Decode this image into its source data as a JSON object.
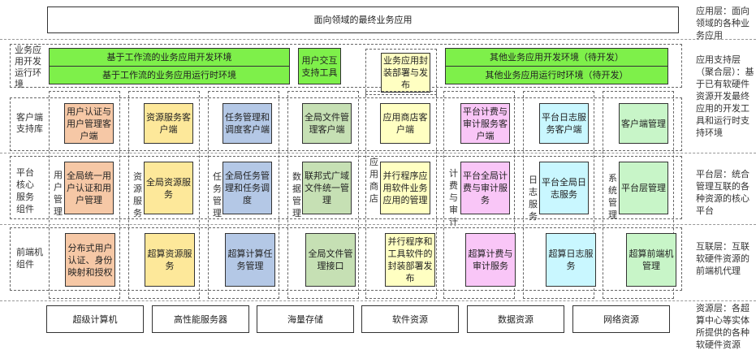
{
  "app_layer": {
    "box": "面向领域的最终业务应用",
    "desc": "应用层：面向领域的各种业务应用"
  },
  "support_layer": {
    "desc": "应用支持层（聚合层）：基于已有软硬件资源开发最终应用的开发工具和运行时支持环境",
    "row_label": "业务应用开发运行环境",
    "workflow_dev": "基于工作流的业务应用开发环境",
    "workflow_run": "基于工作流的业务应用运行时环境",
    "ui_tools": "用户交互支持工具",
    "package_deploy": "业务应用封装部署与发布",
    "other_dev": "其他业务应用开发环境（待开发）",
    "other_run": "其他业务应用运行时环境（待开发）",
    "client_row_label": "客户端支持库",
    "clients": [
      "用户认证与用户管理客户端",
      "资源服务客户端",
      "任务管理和调度客户端",
      "全局文件管理客户端",
      "应用商店客户端",
      "平台计费与审计服务客户端",
      "平台日志服务客户端",
      "客户端管理"
    ]
  },
  "platform_layer": {
    "desc": "平台层：统合管理互联的各种资源的核心平台",
    "row_label": "平台核心服务组件",
    "column_labels": [
      "用户管理",
      "资源服务",
      "任务管理",
      "数据管理",
      "应用商店",
      "计费与审计",
      "日志服务",
      "系统管理"
    ],
    "services": [
      "全局统一用户认证和用户管理",
      "全局资源服务",
      "全局任务管理和任务调度",
      "联邦式广域文件统一管理",
      "并行程序应用软件业务应用的管理",
      "平台全局计费与审计服务",
      "平台全局日志服务",
      "平台层管理"
    ]
  },
  "interconnect_layer": {
    "desc": "互联层：互联软硬件资源的前端机代理",
    "row_label": "前端机组件",
    "components": [
      "分布式用户认证、身份映射和授权",
      "超算资源服务",
      "超算计算任务管理",
      "全局文件管理接口",
      "并行程序和工具软件的封装部署发布",
      "超算计费与审计服务",
      "超算日志服务",
      "超算前端机管理"
    ]
  },
  "resource_layer": {
    "desc": "资源层：各超算中心等实体所提供的各种软硬件资源",
    "items": [
      "超级计算机",
      "高性能服务器",
      "海量存储",
      "软件资源",
      "数据资源",
      "网络资源"
    ]
  }
}
